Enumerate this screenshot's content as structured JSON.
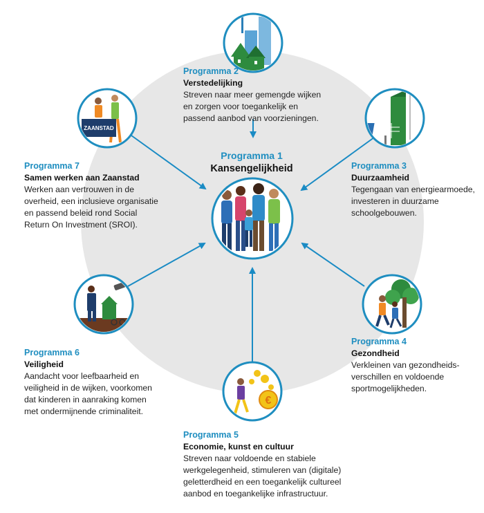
{
  "center": {
    "programme": "Programma 1",
    "title": "Kansengelijkheid"
  },
  "programmes": [
    {
      "key": "p2",
      "programme": "Programma 2",
      "title": "Verstedelijking",
      "desc": [
        "Streven naar meer gemengde wijken",
        "en zorgen voor toegankelijk en",
        "passend aanbod van voorzieningen."
      ]
    },
    {
      "key": "p3",
      "programme": "Programma 3",
      "title": "Duurzaamheid",
      "desc": [
        "Tegengaan van energiearmoede,",
        "investeren in duurzame",
        "schoolgebouwen."
      ]
    },
    {
      "key": "p4",
      "programme": "Programma 4",
      "title": "Gezondheid",
      "desc": [
        "Verkleinen van gezondheids-",
        "verschillen en voldoende",
        "sportmogelijkheden."
      ]
    },
    {
      "key": "p5",
      "programme": "Programma 5",
      "title": "Economie, kunst en cultuur",
      "desc": [
        "Streven naar voldoende en stabiele",
        "werkgelegenheid, stimuleren van (digitale)",
        "geletterdheid en een toegankelijk cultureel",
        "aanbod en toegankelijke infrastructuur."
      ]
    },
    {
      "key": "p6",
      "programme": "Programma 6",
      "title": "Veiligheid",
      "desc": [
        "Aandacht voor leefbaarheid en",
        "veiligheid in de wijken, voorkomen",
        "dat kinderen in aanraking komen",
        "met ondermijnende criminaliteit."
      ]
    },
    {
      "key": "p7",
      "programme": "Programma 7",
      "title": "Samen werken aan Zaanstad",
      "desc": [
        "Werken aan vertrouwen in de",
        "overheid, een inclusieve organisatie",
        "en passend beleid rond Social",
        "Return On Investment (SROI)."
      ]
    }
  ],
  "icons": {
    "p2": "city-houses-illustration-icon",
    "p3": "solar-wind-energy-illustration-icon",
    "p4": "joggers-tree-illustration-icon",
    "p5": "euro-coins-illustration-icon",
    "p6": "police-camera-illustration-icon",
    "p7": "zaanstad-desk-illustration-icon",
    "p1": "family-group-illustration-icon"
  },
  "desk_sign": "ZAANSTAD",
  "euro_symbol": "€",
  "colors": {
    "accent": "#1f8ec0",
    "arrow": "#1a8bc4",
    "ring": "#e7e7e7",
    "icon_circle": "#1f8ec0",
    "green": "#2e8b3e",
    "yellow": "#f2c318"
  }
}
